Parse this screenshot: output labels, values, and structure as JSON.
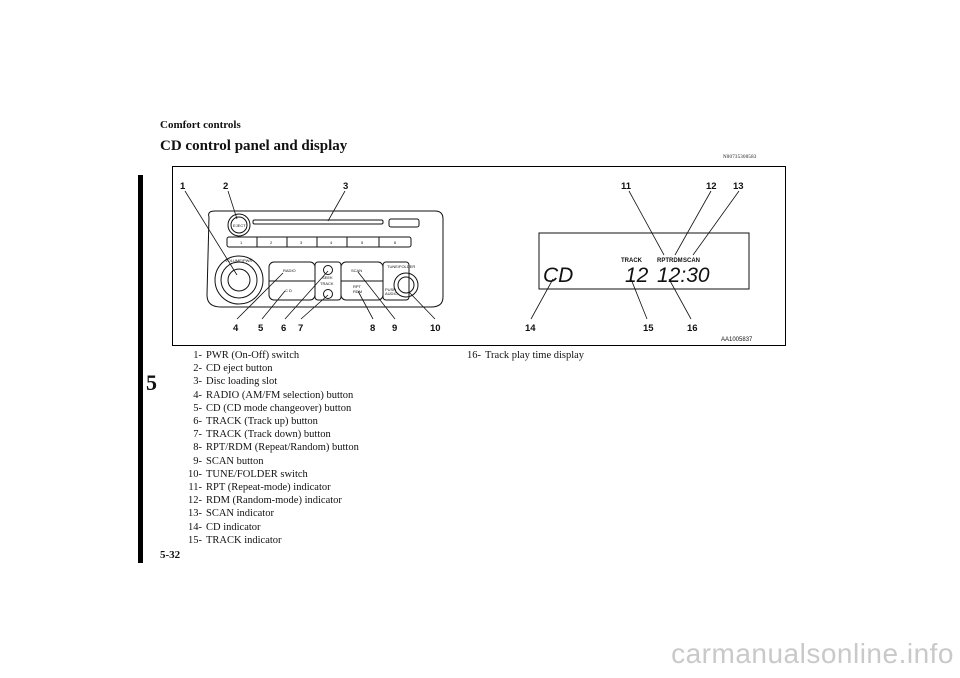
{
  "header": {
    "section": "Comfort controls",
    "title": "CD control panel and display",
    "code": "N00735300583"
  },
  "chapter_tab": "5",
  "page_number": "5-32",
  "watermark": "carmanualsonline.info",
  "figure": {
    "id": "AA1005837",
    "callouts": [
      "1",
      "2",
      "3",
      "4",
      "5",
      "6",
      "7",
      "8",
      "9",
      "10",
      "11",
      "12",
      "13",
      "14",
      "15",
      "16"
    ],
    "panel_labels": {
      "eject": "EJECT",
      "volume": "VOLUME/PWR",
      "radio": "RADIO",
      "cd": "C D",
      "seek": "SEEK",
      "track": "TRACK",
      "scan": "SCAN",
      "rpt": "RPT",
      "rdm": "RDM",
      "tune": "TUNE/FOLDER",
      "push": "PUSH",
      "audio": "AUDIO"
    },
    "presets": [
      "1",
      "2",
      "3",
      "4",
      "5",
      "6"
    ],
    "display": {
      "mode": "CD",
      "indicators": [
        "TRACK",
        "RPT",
        "RDM",
        "SCAN"
      ],
      "track": "12",
      "time": "12:30"
    }
  },
  "items": [
    {
      "n": "1-",
      "text": "PWR (On-Off) switch"
    },
    {
      "n": "2-",
      "text": "CD eject button"
    },
    {
      "n": "3-",
      "text": "Disc loading slot"
    },
    {
      "n": "4-",
      "text": "RADIO (AM/FM selection) button"
    },
    {
      "n": "5-",
      "text": "CD (CD mode changeover) button"
    },
    {
      "n": "6-",
      "text": "TRACK (Track up) button"
    },
    {
      "n": "7-",
      "text": "TRACK (Track down) button"
    },
    {
      "n": "8-",
      "text": "RPT/RDM (Repeat/Random) button"
    },
    {
      "n": "9-",
      "text": "SCAN button"
    },
    {
      "n": "10-",
      "text": "TUNE/FOLDER switch"
    },
    {
      "n": "11-",
      "text": "RPT (Repeat-mode) indicator"
    },
    {
      "n": "12-",
      "text": "RDM (Random-mode) indicator"
    },
    {
      "n": "13-",
      "text": "SCAN indicator"
    },
    {
      "n": "14-",
      "text": "CD indicator"
    },
    {
      "n": "15-",
      "text": "TRACK indicator"
    }
  ],
  "items_right": [
    {
      "n": "16-",
      "text": "Track play time display"
    }
  ]
}
